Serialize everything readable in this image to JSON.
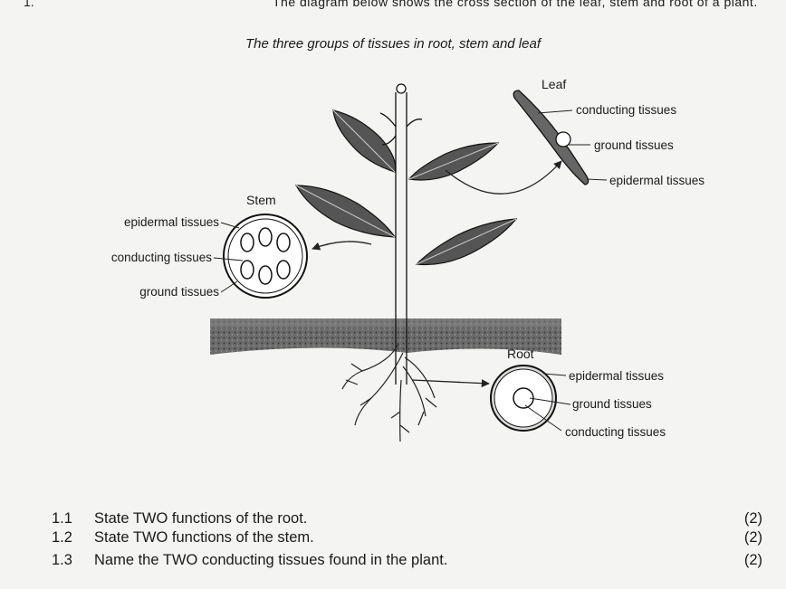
{
  "intro": {
    "number": "1.",
    "text": "The diagram below shows the cross section of the leaf, stem and root of a plant."
  },
  "diagram": {
    "caption": "The three groups of tissues in root, stem and leaf",
    "leaf": {
      "title": "Leaf",
      "labels": [
        "conducting tissues",
        "ground tissues",
        "epidermal tissues"
      ]
    },
    "stem": {
      "title": "Stem",
      "labels": [
        "epidermal tissues",
        "conducting tissues",
        "ground tissues"
      ]
    },
    "root": {
      "title": "Root",
      "labels": [
        "epidermal tissues",
        "ground tissues",
        "conducting tissues"
      ]
    }
  },
  "questions": [
    {
      "number": "1.1",
      "text": "State TWO functions of the root.",
      "marks": "(2)"
    },
    {
      "number": "1.2",
      "text": "State TWO functions of the stem.",
      "marks": "(2)"
    },
    {
      "number": "1.3",
      "text": "Name the TWO conducting tissues found in the plant.",
      "marks": "(2)"
    }
  ]
}
